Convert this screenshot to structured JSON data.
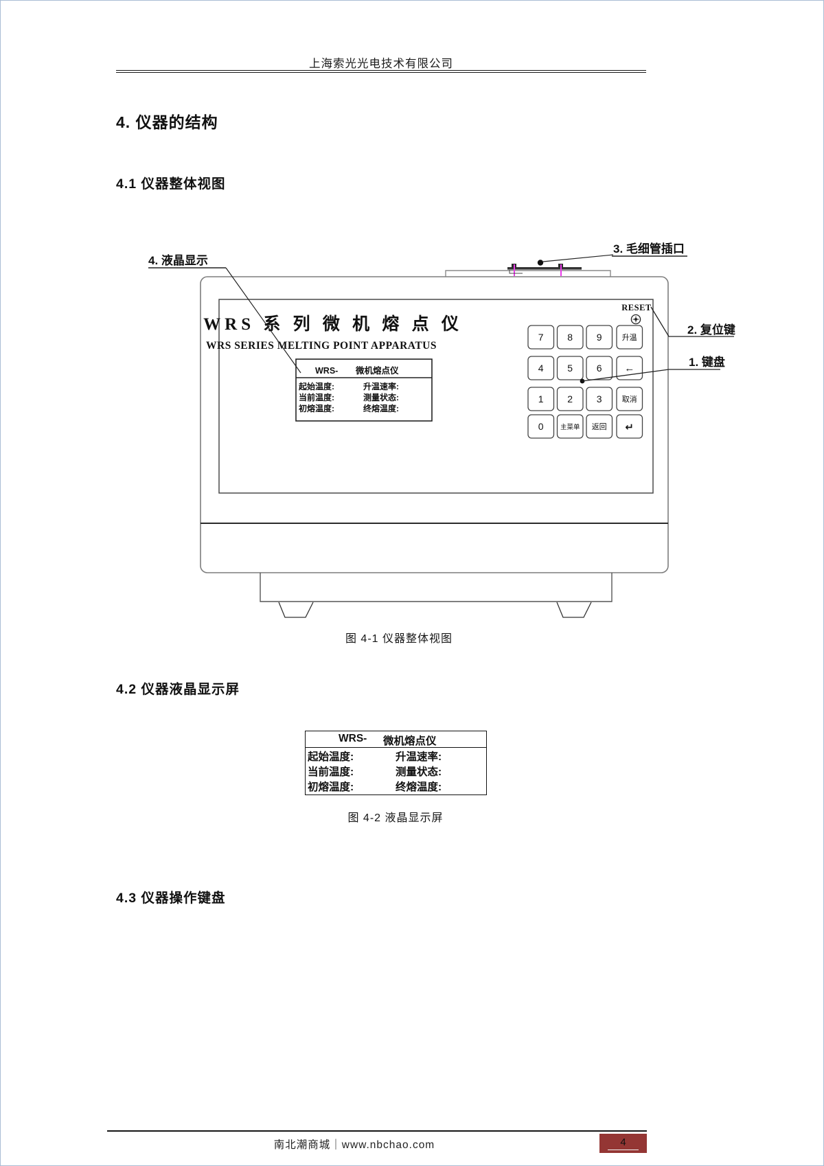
{
  "page": {
    "header_company": "上海索光光电技术有限公司",
    "footer_text": "南北潮商城｜www.nbchao.com",
    "page_number": "4"
  },
  "sections": {
    "s4": "4. 仪器的结构",
    "s41": "4.1 仪器整体视图",
    "s42": "4.2 仪器液晶显示屏",
    "s43": "4.3 仪器操作键盘"
  },
  "figure1": {
    "caption": "图 4-1 仪器整体视图",
    "panel_title": "WRS 系 列 微 机 熔 点 仪",
    "panel_subtitle": "WRS SERIES MELTING POINT APPARATUS",
    "reset_label": "RESET",
    "callouts": {
      "display": "4. 液晶显示",
      "capillary": "3. 毛细管插口",
      "reset": "2. 复位键",
      "keypad": "1. 键盘"
    },
    "keypad_keys": [
      "7",
      "8",
      "9",
      "升温",
      "4",
      "5",
      "6",
      "←",
      "1",
      "2",
      "3",
      "取消",
      "0",
      "主菜单",
      "返回",
      "↵"
    ]
  },
  "lcd": {
    "header_model": "WRS-",
    "header_name": "微机熔点仪",
    "rows": [
      {
        "left": "起始温度:",
        "right": "升温速率:"
      },
      {
        "left": "当前温度:",
        "right": "测量状态:"
      },
      {
        "left": "初熔温度:",
        "right": "终熔温度:"
      }
    ]
  },
  "figure2": {
    "caption": "图 4-2 液晶显示屏"
  },
  "colors": {
    "capillary_marks": "#e93ce9",
    "footer_page_box": "#943634"
  }
}
